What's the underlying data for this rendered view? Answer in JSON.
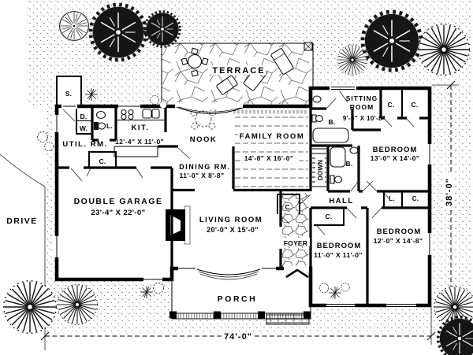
{
  "site": {
    "terrace": "TERRACE",
    "drive": "DRIVE",
    "porch": "PORCH"
  },
  "labels": {
    "nook": "NOOK",
    "hall": "HALL",
    "foyer": "FOYER",
    "down": "DOWN",
    "storage": "S.",
    "dryer": "D.",
    "washer": "W.",
    "lavatory": "L.",
    "bath": "B.",
    "closet": "C."
  },
  "rooms": {
    "util": {
      "name": "UTIL. RM."
    },
    "kitchen": {
      "name": "KIT.",
      "size": "12'-4\" X 11'-0\""
    },
    "dining": {
      "name": "DINING RM.",
      "size": "11'-0\" X 8'-8\""
    },
    "family": {
      "name": "FAMILY ROOM",
      "size": "14'-8\" X 16'-0\""
    },
    "garage": {
      "name": "DOUBLE GARAGE",
      "size": "23'-4\" X 22'-0\""
    },
    "living": {
      "name": "LIVING ROOM",
      "size": "20'-0\" X 15'-0\""
    },
    "sitting": {
      "name1": "SITTING",
      "name2": "ROOM",
      "size": "9'-0\" X 10'-8\""
    },
    "bedroom1": {
      "name": "BEDROOM",
      "size": "13'-0\" X 14'-0\""
    },
    "bedroom2": {
      "name": "BEDROOM",
      "size": "12'-0\" X 14'-8\""
    },
    "bedroom3": {
      "name": "BEDROOM",
      "size": "11'-0\" X 11'-0\""
    }
  },
  "dimensions": {
    "overall_width": "74'-0\"",
    "overall_depth": "38'-0\""
  }
}
